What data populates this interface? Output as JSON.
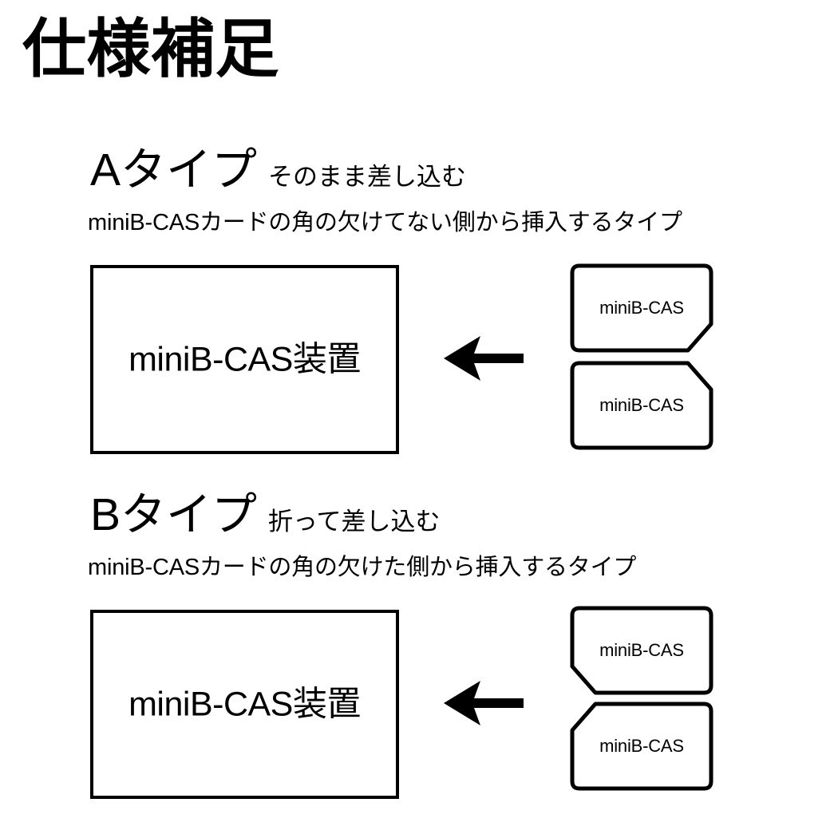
{
  "page": {
    "title": "仕様補足",
    "background_color": "#ffffff",
    "line_color": "#000000"
  },
  "sections": [
    {
      "id": "a",
      "title": "Aタイプ",
      "subtitle": "そのまま差し込む",
      "description": "miniB-CASカードの角の欠けてない側から挿入するタイプ",
      "device": {
        "label": "miniB-CAS装置"
      },
      "arrow": {
        "direction": "left",
        "glyph": "←"
      },
      "cards": [
        {
          "label": "miniB-CAS",
          "notch": "bottom-right"
        },
        {
          "label": "miniB-CAS",
          "notch": "top-right"
        }
      ]
    },
    {
      "id": "b",
      "title": "Bタイプ",
      "subtitle": "折って差し込む",
      "description": "miniB-CASカードの角の欠けた側から挿入するタイプ",
      "device": {
        "label": "miniB-CAS装置"
      },
      "arrow": {
        "direction": "left",
        "glyph": "←"
      },
      "cards": [
        {
          "label": "miniB-CAS",
          "notch": "bottom-left"
        },
        {
          "label": "miniB-CAS",
          "notch": "top-left"
        }
      ]
    }
  ]
}
